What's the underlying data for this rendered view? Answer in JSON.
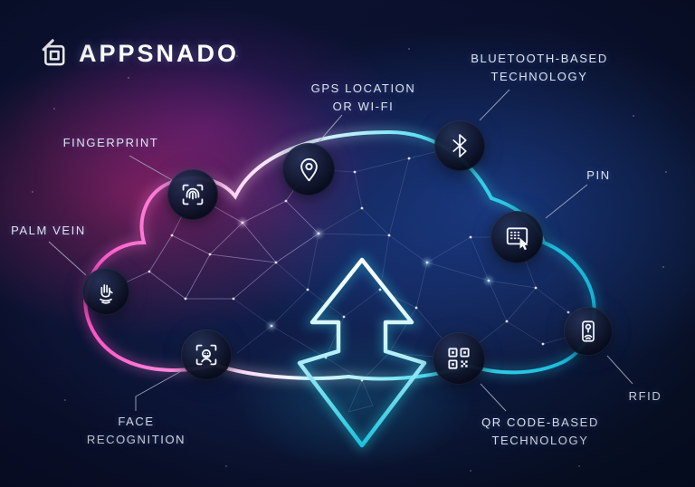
{
  "brand": {
    "name": "APPSNADO",
    "logo_icon": "appsnado-device-icon"
  },
  "palette": {
    "cloud_magenta": "#ff4fc3",
    "cloud_cyan": "#12b6d6",
    "arrow_top": "#ffffff",
    "arrow_bottom": "#17c3dc",
    "label_color": "#dde3ee",
    "background_navy": "#0a102c"
  },
  "items": [
    {
      "id": "fingerprint",
      "label": "FINGERPRINT",
      "icon": "fingerprint-icon"
    },
    {
      "id": "palm_vein",
      "label": "PALM VEIN",
      "icon": "palm-vein-icon"
    },
    {
      "id": "face_recognition",
      "label": "FACE RECOGNITION",
      "icon": "face-recognition-icon"
    },
    {
      "id": "gps",
      "label": "GPS LOCATION OR WI-FI",
      "icon": "gps-pin-icon"
    },
    {
      "id": "bluetooth",
      "label": "BLUETOOTH-BASED TECHNOLOGY",
      "icon": "bluetooth-icon"
    },
    {
      "id": "pin",
      "label": "PIN",
      "icon": "pin-keypad-icon"
    },
    {
      "id": "rfid",
      "label": "RFID",
      "icon": "rfid-icon"
    },
    {
      "id": "qr",
      "label": "QR CODE-BASED TECHNOLOGY",
      "icon": "qr-code-icon"
    }
  ]
}
